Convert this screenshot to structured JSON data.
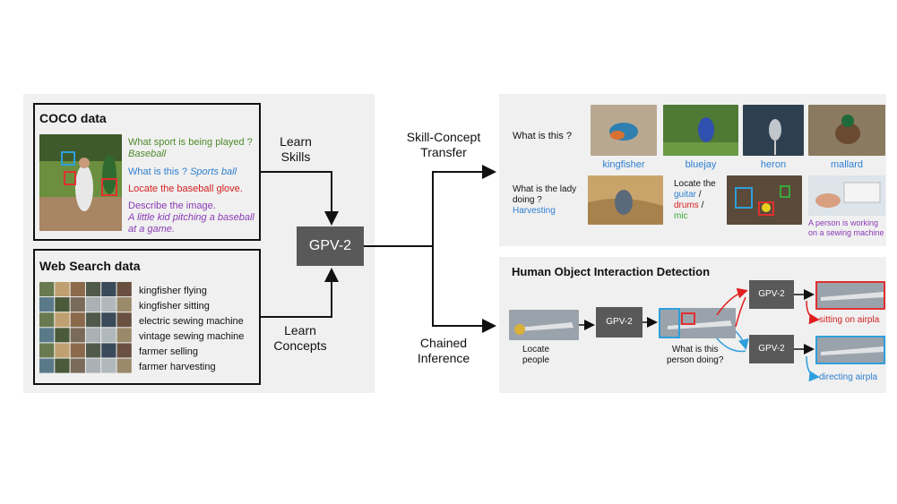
{
  "coco": {
    "title": "COCO data",
    "q1": "What sport is being played ?",
    "a1": "Baseball",
    "q2": "What is this ?",
    "a2": "Sports ball",
    "q3": "Locate the baseball glove.",
    "q4": "Describe the image.",
    "a4_line1": "A little kid pitching a baseball",
    "a4_line2": "at a game."
  },
  "web": {
    "title": "Web Search data",
    "items": [
      "kingfisher flying",
      "kingfisher sitting",
      "electric sewing machine",
      "vintage sewing machine",
      "farmer selling",
      "farmer harvesting"
    ]
  },
  "model": {
    "label": "GPV-2"
  },
  "flow": {
    "learn_skills_1": "Learn",
    "learn_skills_2": "Skills",
    "learn_concepts_1": "Learn",
    "learn_concepts_2": "Concepts",
    "transfer_1": "Skill-Concept",
    "transfer_2": "Transfer",
    "chained_1": "Chained",
    "chained_2": "Inference"
  },
  "transfer_panel": {
    "q_what": "What is this ?",
    "labels": [
      "kingfisher",
      "bluejay",
      "heron",
      "mallard"
    ],
    "q_lady_1": "What is the lady",
    "q_lady_2": "doing ?",
    "a_lady": "Harvesting",
    "locate_1": "Locate the",
    "locate_guitar": "guitar",
    "locate_drums": "drums",
    "locate_mic": "mic",
    "slash": "/",
    "caption_1": "A person is working",
    "caption_2": "on a sewing machine"
  },
  "hoi": {
    "title": "Human Object Interaction Detection",
    "locate_1": "Locate",
    "locate_2": "people",
    "q_1": "What is this",
    "q_2": "person doing?",
    "gpv": "GPV-2",
    "out_sitting": "sitting on airpla",
    "out_directing": "directing airpla"
  },
  "colors": {
    "green": "#4f8a2a",
    "blue": "#2e7fd0",
    "red": "#d42020",
    "purple": "#8a3bb5",
    "panel": "#f0f0f0",
    "gpv": "#595959"
  }
}
